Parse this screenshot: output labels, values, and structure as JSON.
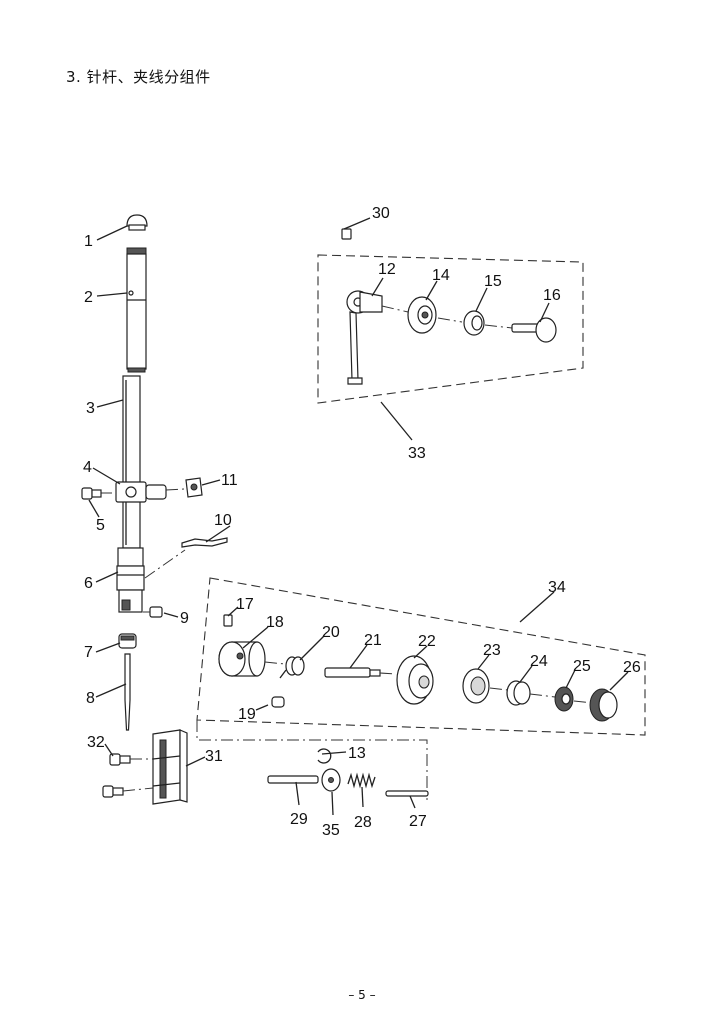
{
  "document": {
    "section_title": "3. 针杆、夹线分组件",
    "page_number": "– 5 –"
  },
  "callouts": [
    "1",
    "2",
    "3",
    "4",
    "5",
    "6",
    "7",
    "8",
    "9",
    "10",
    "11",
    "12",
    "13",
    "14",
    "15",
    "16",
    "17",
    "18",
    "19",
    "20",
    "21",
    "22",
    "23",
    "24",
    "25",
    "26",
    "27",
    "28",
    "29",
    "30",
    "31",
    "32",
    "33",
    "34",
    "35"
  ]
}
